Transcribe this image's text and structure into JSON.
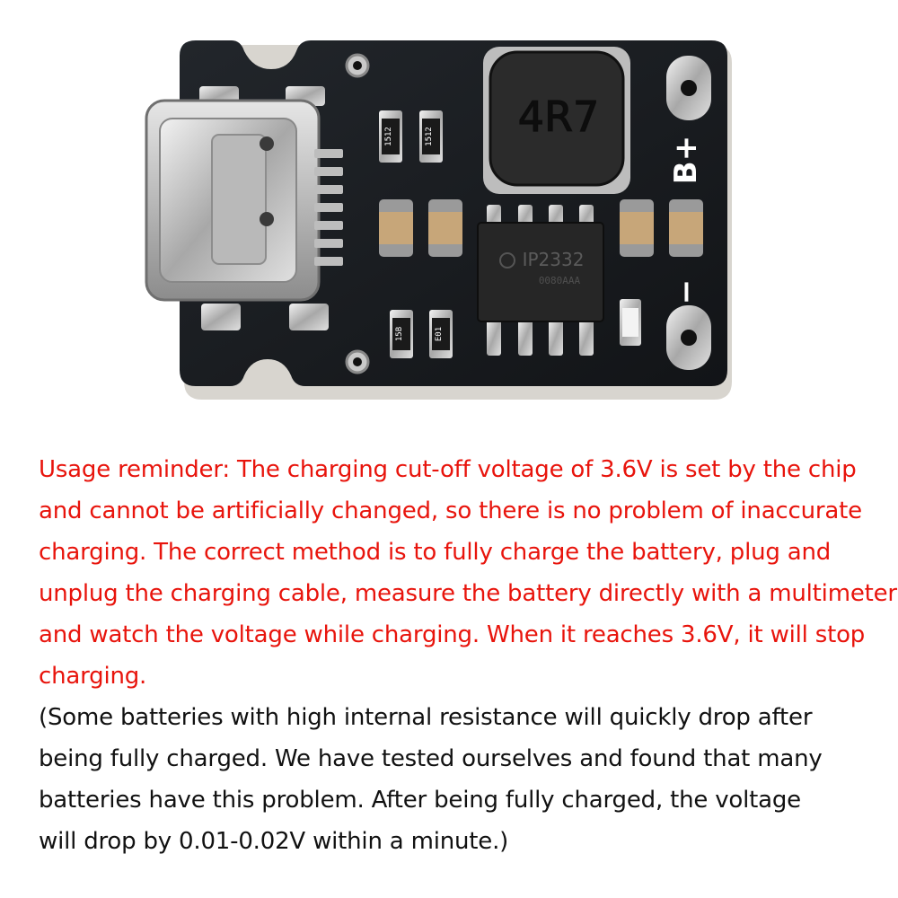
{
  "photo": {
    "inductor_marking": "4R7",
    "chip_marking": "IP2332",
    "chip_lot": "0080AAA",
    "label_plus": "B+",
    "label_minus": "−",
    "resistor_markings": [
      "1512",
      "1512",
      "15B",
      "E01"
    ]
  },
  "reminder": {
    "color": "#e8140c",
    "lines": [
      "Usage reminder: The charging cut-off voltage of 3.6V is set by the chip",
      "and cannot be artificially changed, so there is no problem of inaccurate",
      "charging. The correct method is to fully charge the battery, plug and",
      "unplug the charging cable, measure the battery directly with a multimeter,",
      "and watch the voltage while charging. When it reaches 3.6V, it will stop",
      "charging."
    ]
  },
  "note": {
    "color": "#111111",
    "lines": [
      "(Some batteries with high internal resistance will quickly drop after",
      "being fully charged. We have tested ourselves and found that many",
      "batteries have this problem. After being fully charged, the voltage",
      "will drop by 0.01-0.02V within a minute.)"
    ]
  }
}
